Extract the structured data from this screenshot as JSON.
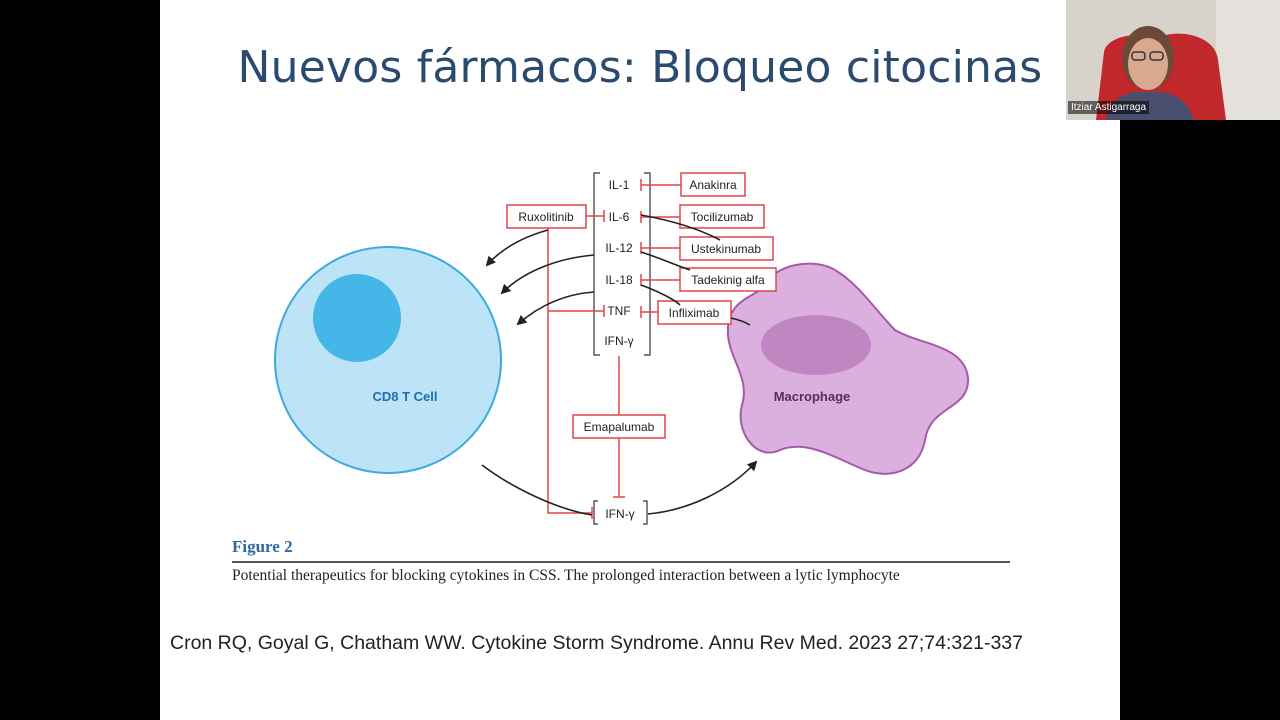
{
  "slide": {
    "title": "Nuevos fármacos: Bloqueo citocinas",
    "figure_label": "Figure 2",
    "figure_caption": "Potential therapeutics for blocking cytokines in CSS. The prolonged interaction between a lytic lymphocyte",
    "citation": "Cron RQ, Goyal G, Chatham WW. Cytokine Storm Syndrome. Annu Rev Med. 2023 27;74:321-337"
  },
  "diagram": {
    "cytokines": [
      "IL-1",
      "IL-6",
      "IL-12",
      "IL-18",
      "TNF",
      "IFN-γ"
    ],
    "drugs": {
      "anakinra": "Anakinra",
      "tocilizumab": "Tocilizumab",
      "ustekinumab": "Ustekinumab",
      "tadekinig": "Tadekinig alfa",
      "infliximab": "Infliximab",
      "ruxolitinib": "Ruxolitinib",
      "emapalumab": "Emapalumab"
    },
    "bottom_cytokine": "IFN-γ",
    "cd8_label": "CD8 T Cell",
    "macrophage_label": "Macrophage",
    "colors": {
      "inhibitor": "#e0454c",
      "cd8_fill": "#bde3f6",
      "cd8_nucleus": "#45b6e8",
      "macrophage_fill": "#dcb0de",
      "macrophage_nucleus": "#bf86c2",
      "title": "#2a4b6e"
    }
  },
  "video": {
    "participant_name": "Itziar Astigarraga"
  }
}
